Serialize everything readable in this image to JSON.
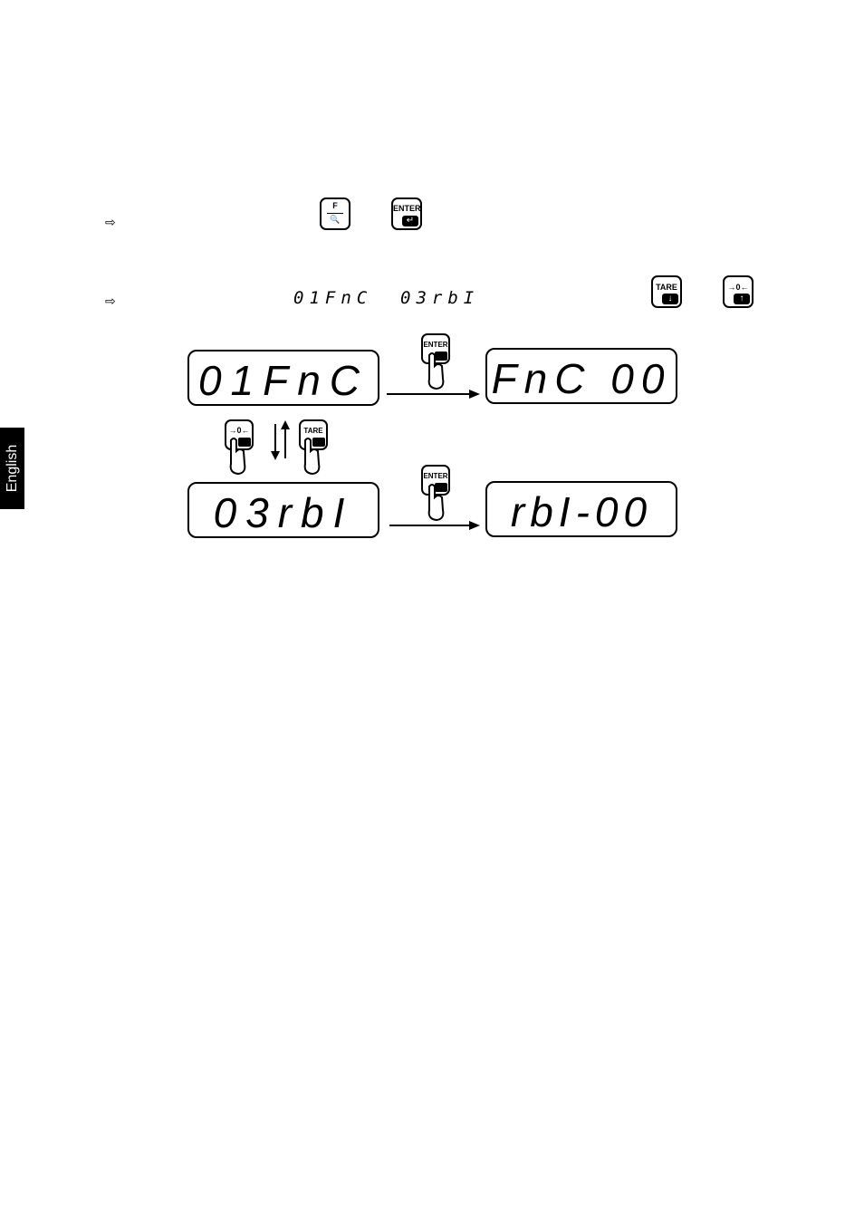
{
  "side_tab": {
    "label": "English"
  },
  "step1": {
    "bullet": "⇨",
    "key_f_top": "F",
    "key_f_bottom": "🔍",
    "key_enter": "ENTER",
    "key_enter_arrow": "↵"
  },
  "step2": {
    "bullet": "⇨",
    "lcd_a": "01FnC",
    "lcd_b": "03rbI",
    "key_tare": "TARE",
    "key_tare_arrow": "↓",
    "key_zero": "→0←",
    "key_zero_arrow": "↑"
  },
  "diagram": {
    "display_top_left": "01FnC",
    "display_top_right": "FnC 00",
    "display_bottom_left": "03rbI",
    "display_bottom_right": "rbI-00",
    "enter_key": "ENTER",
    "zero_key": "→0←",
    "tare_key": "TARE"
  }
}
